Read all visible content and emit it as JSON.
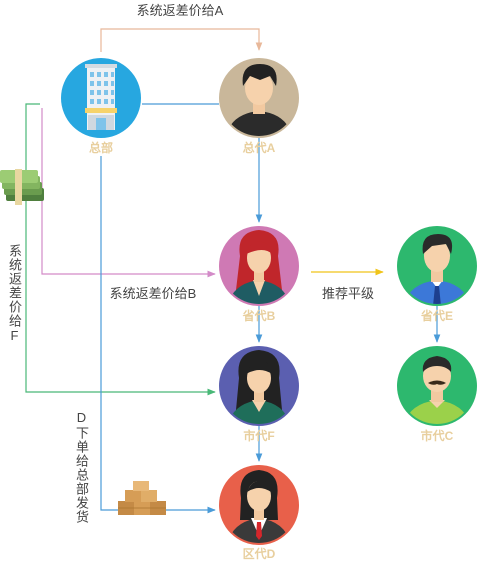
{
  "labels": {
    "top_arrow": "系统返差价给A",
    "left_vertical": "系统返差价给F",
    "middle_arrow": "系统返差价给B",
    "recommend": "推荐平级",
    "d_vertical": "D下单给总部发货"
  },
  "nodes": {
    "hq": {
      "label": "总部",
      "icon": "office-building-icon",
      "bg": "#27a7e0"
    },
    "agent_a": {
      "label": "总代A",
      "icon": "man-short-hair-avatar-icon",
      "bg": "#c9b79a"
    },
    "agent_b": {
      "label": "省代B",
      "icon": "woman-red-hair-avatar-icon",
      "bg": "#cf79b4"
    },
    "agent_e": {
      "label": "省代E",
      "icon": "man-tie-avatar-icon",
      "bg": "#2db86e"
    },
    "agent_f": {
      "label": "市代F",
      "icon": "woman-long-hair-avatar-icon",
      "bg": "#5b5fb0"
    },
    "agent_c": {
      "label": "市代C",
      "icon": "man-mustache-avatar-icon",
      "bg": "#2db86e"
    },
    "agent_d": {
      "label": "区代D",
      "icon": "woman-suit-avatar-icon",
      "bg": "#e8604a"
    }
  },
  "colors": {
    "line_blue": "#4a9bd8",
    "line_orange": "#e8b89a",
    "line_pink": "#d38bc8",
    "line_green": "#49b877",
    "line_yellow": "#f0c419",
    "node_label": "#e8cf9e",
    "text": "#444444"
  },
  "decor": {
    "money_icon": "money-stack-icon",
    "boxes_icon": "cardboard-boxes-icon"
  }
}
